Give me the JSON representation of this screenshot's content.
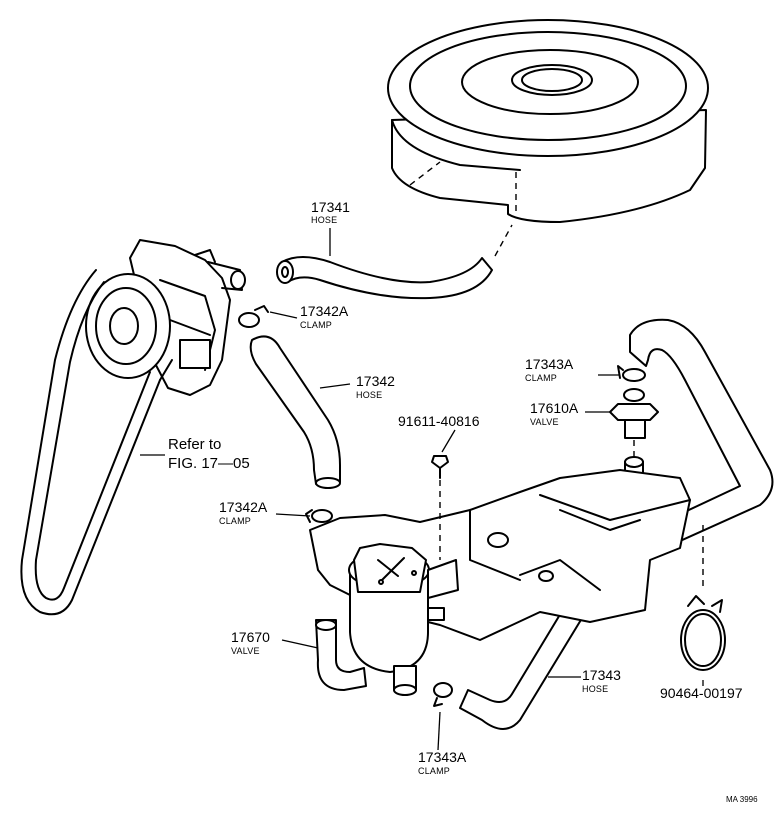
{
  "callouts": {
    "hose_17341": {
      "part": "17341",
      "name": "HOSE"
    },
    "clamp_17342a_top": {
      "part": "17342A",
      "name": "CLAMP"
    },
    "hose_17342": {
      "part": "17342",
      "name": "HOSE"
    },
    "clamp_17343a_top": {
      "part": "17343A",
      "name": "CLAMP"
    },
    "valve_17610a": {
      "part": "17610A",
      "name": "VALVE"
    },
    "bolt_91611": {
      "part": "91611-40816"
    },
    "clamp_17342a_lower": {
      "part": "17342A",
      "name": "CLAMP"
    },
    "valve_17670": {
      "part": "17670",
      "name": "VALVE"
    },
    "hose_17343": {
      "part": "17343",
      "name": "HOSE"
    },
    "clamp_90464": {
      "part": "90464-00197"
    },
    "clamp_17343a_bottom": {
      "part": "17343A",
      "name": "CLAMP"
    }
  },
  "reference": {
    "line1": "Refer to",
    "line2": "FIG. 17—05"
  },
  "figure_code": "MA 3996"
}
